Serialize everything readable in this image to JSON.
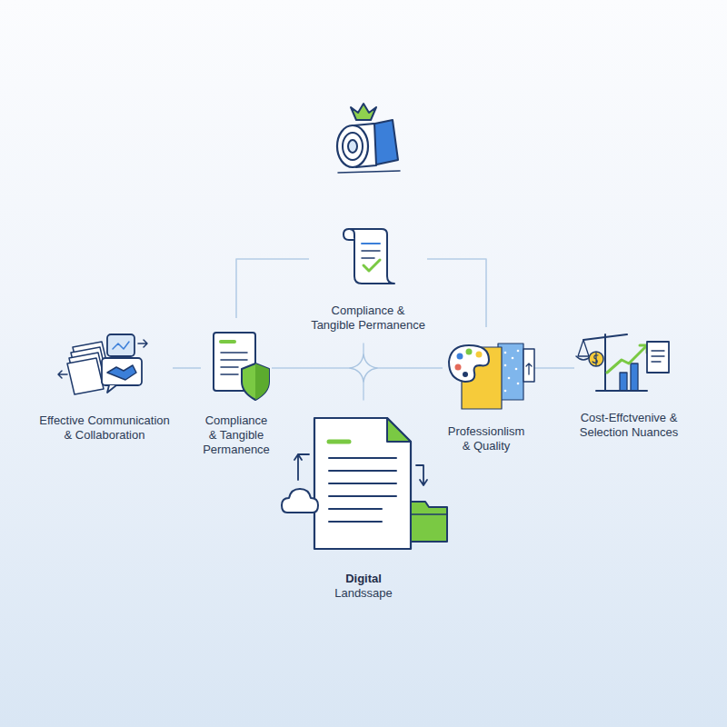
{
  "diagram": {
    "nodes": [
      {
        "text": [
          "Compliance & Tangible Permanence"
        ]
      },
      {
        "text": [
          "Effective Communication & Collaboration"
        ]
      },
      {
        "text": [
          "Compliance & Tangible Permanence"
        ]
      },
      {
        "text": [
          "Professionlism & Quality"
        ]
      },
      {
        "text": [
          "Cost-Effctvenive & Selection Nuances"
        ]
      },
      {
        "text": [
          "Digital",
          "Landssape"
        ]
      }
    ],
    "edges": [
      {
        "from": 0,
        "to": 2,
        "arrow": "none"
      },
      {
        "from": 0,
        "to": 3,
        "arrow": "none"
      },
      {
        "from": 1,
        "to": 2,
        "arrow": "none"
      },
      {
        "from": 2,
        "to": 3,
        "arrow": "none"
      },
      {
        "from": 3,
        "to": 4,
        "arrow": "none"
      }
    ]
  }
}
